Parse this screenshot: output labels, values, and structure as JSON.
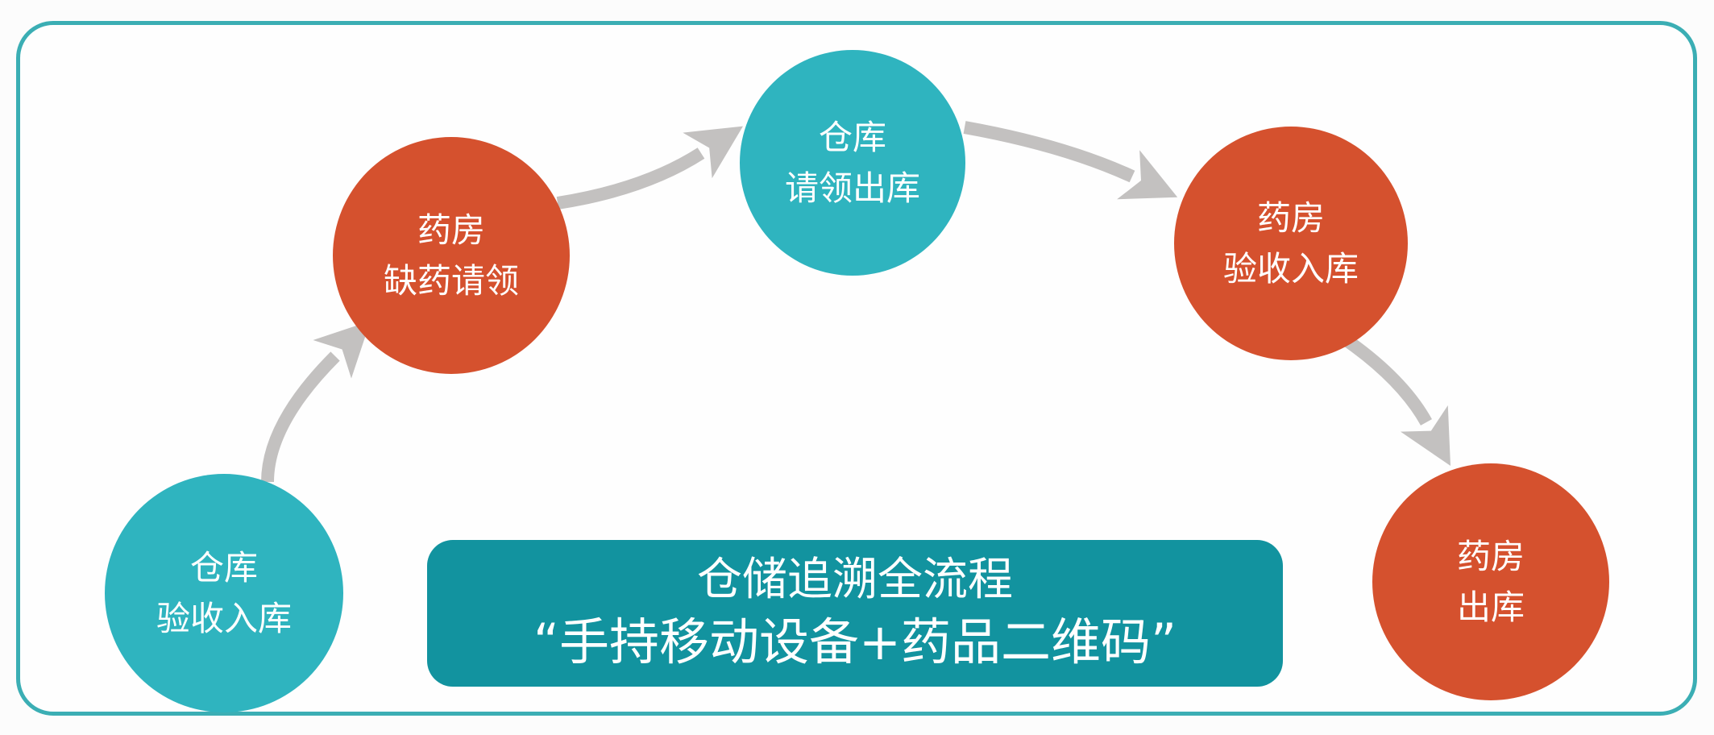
{
  "diagram": {
    "banner": {
      "line1": "仓储追溯全流程",
      "line2": "“手持移动设备+药品二维码”"
    },
    "nodes": [
      {
        "id": "warehouse-receive-inbound",
        "line1": "仓库",
        "line2": "验收入库",
        "fill": "#2fb4bf"
      },
      {
        "id": "pharmacy-shortage-request",
        "line1": "药房",
        "line2": "缺药请领",
        "fill": "#d5512e"
      },
      {
        "id": "warehouse-request-outbound",
        "line1": "仓库",
        "line2": "请领出库",
        "fill": "#2fb4bf"
      },
      {
        "id": "pharmacy-receive-inbound",
        "line1": "药房",
        "line2": "验收入库",
        "fill": "#d5512e"
      },
      {
        "id": "pharmacy-outbound",
        "line1": "药房",
        "line2": "出库",
        "fill": "#d5512e"
      }
    ],
    "edges": [
      {
        "from": "warehouse-receive-inbound",
        "to": "pharmacy-shortage-request"
      },
      {
        "from": "pharmacy-shortage-request",
        "to": "warehouse-request-outbound"
      },
      {
        "from": "warehouse-request-outbound",
        "to": "pharmacy-receive-inbound"
      },
      {
        "from": "pharmacy-receive-inbound",
        "to": "pharmacy-outbound"
      }
    ],
    "colors": {
      "teal_node": "#2fb4bf",
      "orange_node": "#d5512e",
      "banner_fill": "#12939f",
      "arrow": "#c3c1c0",
      "frame_border": "#3baeb4",
      "text": "#ffffff"
    }
  }
}
